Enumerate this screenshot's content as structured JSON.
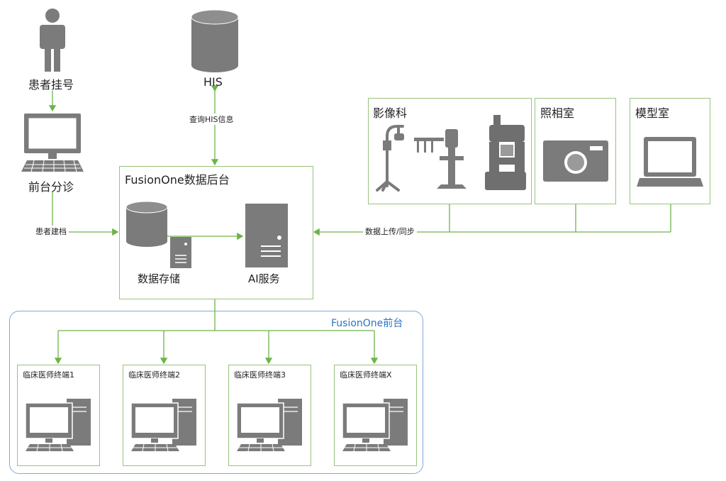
{
  "patient": {
    "register_label": "患者挂号",
    "triage_label": "前台分诊",
    "archive_label": "患者建档"
  },
  "his": {
    "label": "HIS",
    "query_label": "查询HIS信息"
  },
  "backend": {
    "title": "FusionOne数据后台",
    "storage_label": "数据存储",
    "ai_label": "AI服务"
  },
  "departments": {
    "imaging": "影像科",
    "photo": "照相室",
    "model": "模型室",
    "sync_label": "数据上传/同步"
  },
  "frontend": {
    "title": "FusionOne前台",
    "terminals": [
      "临床医师终端1",
      "临床医师终端2",
      "临床医师终端3",
      "临床医师终端X"
    ]
  },
  "colors": {
    "line": "#6db34a",
    "box_border": "#97c47b",
    "front_border": "#7fa8d8",
    "front_title": "#2a73c6",
    "icon": "#7b7b7b"
  }
}
